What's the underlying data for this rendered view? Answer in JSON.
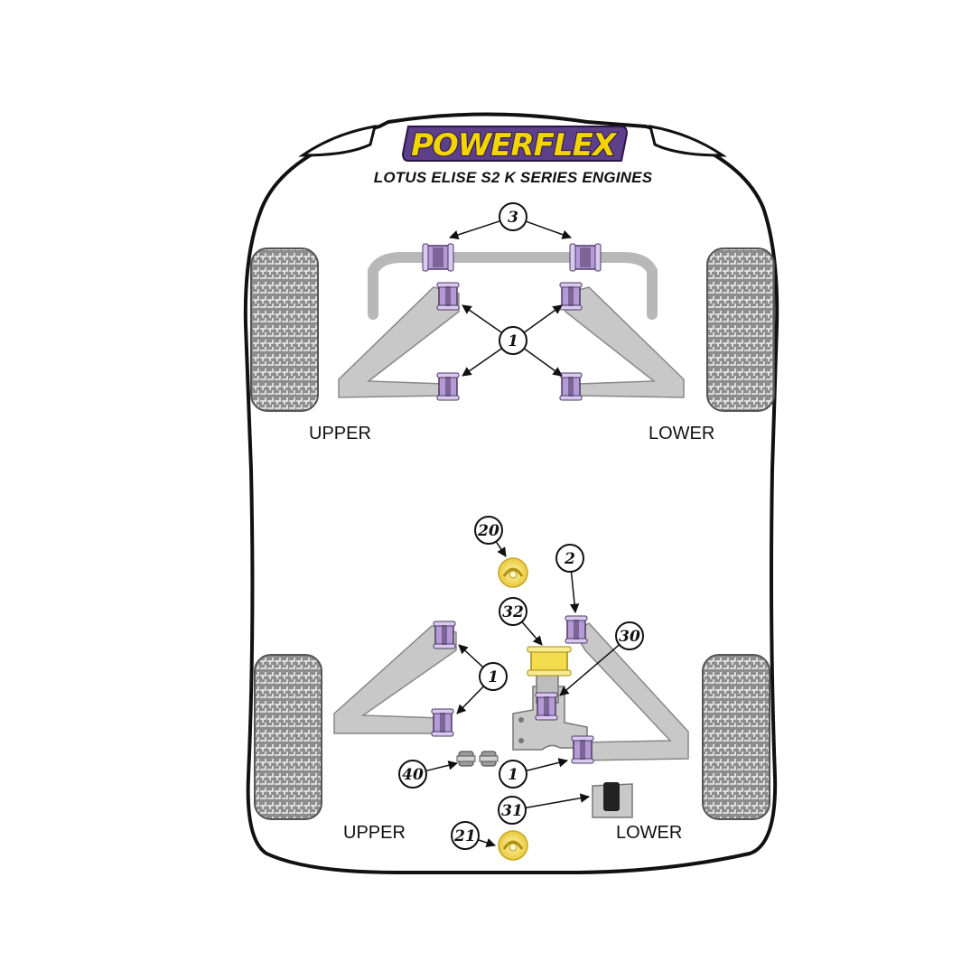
{
  "logo": {
    "text": "POWERFLEX"
  },
  "subtitle": "LOTUS ELISE S2 K SERIES ENGINES",
  "front": {
    "left_label": "UPPER",
    "right_label": "LOWER"
  },
  "rear": {
    "left_label": "UPPER",
    "right_label": "LOWER"
  },
  "callouts": {
    "c3": "3",
    "c1_front": "1",
    "c20": "20",
    "c2": "2",
    "c32": "32",
    "c30": "30",
    "c1_rear_upper": "1",
    "c40": "40",
    "c1_rear_lower": "1",
    "c31": "31",
    "c21": "21"
  },
  "colors": {
    "bush_purple": "#b69ad6",
    "bush_dark": "#4a3a63",
    "arm_grey": "#c8c8c8",
    "yellow": "#f3dc4e",
    "tyre": "#9a9a9a"
  }
}
